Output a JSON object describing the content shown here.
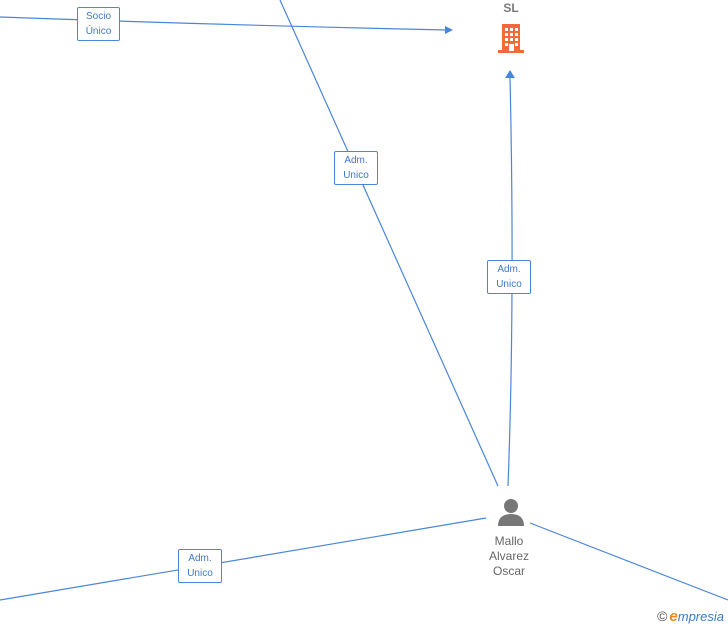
{
  "company": {
    "name": "SL",
    "icon": "building-icon",
    "color": "#f26a3a"
  },
  "person": {
    "name_lines": [
      "Mallo",
      "Alvarez",
      "Oscar"
    ],
    "icon": "person-icon",
    "color": "#777777"
  },
  "edges": [
    {
      "id": "socio-unico",
      "label_lines": [
        "Socio",
        "Único"
      ]
    },
    {
      "id": "adm-unico-top",
      "label_lines": [
        "Adm.",
        "Unico"
      ]
    },
    {
      "id": "adm-unico-company",
      "label_lines": [
        "Adm.",
        "Unico"
      ]
    },
    {
      "id": "adm-unico-left",
      "label_lines": [
        "Adm.",
        "Unico"
      ]
    }
  ],
  "watermark": {
    "symbol": "©",
    "brand_initial": "e",
    "brand_rest": "mpresia"
  },
  "colors": {
    "edge": "#4a86d8",
    "company": "#f26a3a",
    "person": "#777777"
  }
}
